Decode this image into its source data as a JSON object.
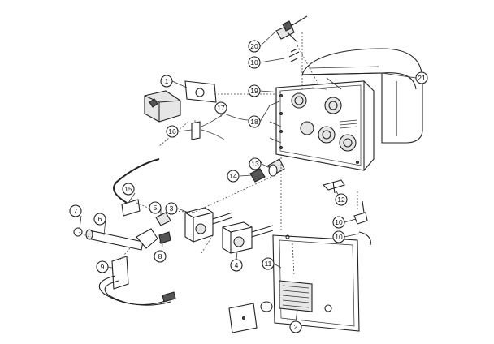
{
  "callouts": [
    {
      "id": "c20",
      "label": "20"
    },
    {
      "id": "c10a",
      "label": "10"
    },
    {
      "id": "c19",
      "label": "19"
    },
    {
      "id": "c21",
      "label": "21"
    },
    {
      "id": "c1",
      "label": "1"
    },
    {
      "id": "c17",
      "label": "17"
    },
    {
      "id": "c18",
      "label": "18"
    },
    {
      "id": "c16",
      "label": "16"
    },
    {
      "id": "c13",
      "label": "13"
    },
    {
      "id": "c14",
      "label": "14"
    },
    {
      "id": "c15",
      "label": "15"
    },
    {
      "id": "c12",
      "label": "12"
    },
    {
      "id": "c3",
      "label": "3"
    },
    {
      "id": "c5",
      "label": "5"
    },
    {
      "id": "c7",
      "label": "7"
    },
    {
      "id": "c6",
      "label": "6"
    },
    {
      "id": "c10b",
      "label": "10"
    },
    {
      "id": "c10c",
      "label": "10"
    },
    {
      "id": "c8",
      "label": "8"
    },
    {
      "id": "c4",
      "label": "4"
    },
    {
      "id": "c11",
      "label": "11"
    },
    {
      "id": "c9",
      "label": "9"
    },
    {
      "id": "c2",
      "label": "2"
    }
  ]
}
